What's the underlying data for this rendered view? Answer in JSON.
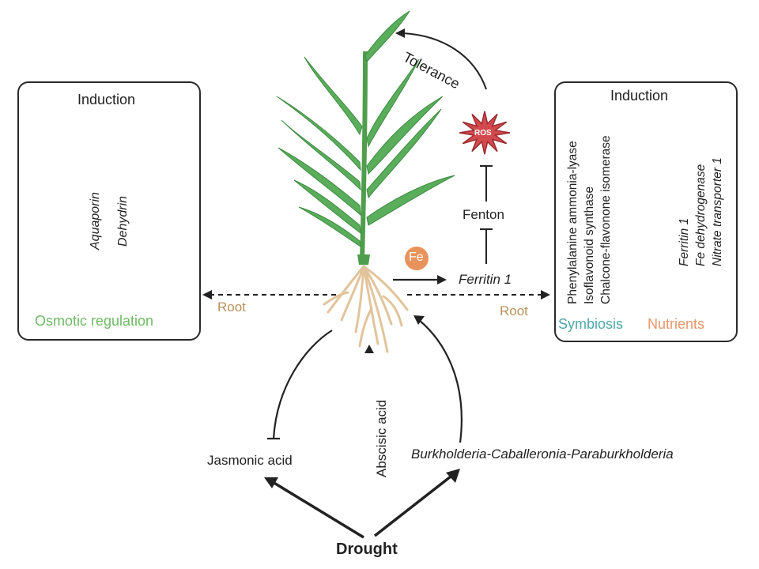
{
  "colors": {
    "osmotic": "#6dbb62",
    "symbiosis": "#4fa8a8",
    "nutrients": "#e8956a",
    "root": "#b8915a",
    "ros_fill": "#d24a4e",
    "ros_stroke": "#9e2a30",
    "fe_fill": "#e8935c",
    "leaf": "#5aad5a",
    "leaf_dark": "#3e8c42",
    "root_fill": "#ecd3b0"
  },
  "left_box": {
    "title": "Induction",
    "genes": [
      "Aquaporin",
      "Dehydrin"
    ],
    "category": "Osmotic regulation"
  },
  "right_box": {
    "title": "Induction",
    "symbiosis_genes": [
      "Phenylalanine ammonia-lyase",
      "Isoflavonoid synthase",
      "Chalcone-flavonone isomerase"
    ],
    "nutrient_genes": [
      "Ferritin 1",
      "Fe dehydrogenase",
      "Nitrate transporter 1"
    ],
    "category_symbiosis": "Symbiosis",
    "category_nutrients": "Nutrients"
  },
  "center": {
    "tolerance": "Tolerance",
    "ros": "ROS",
    "fenton": "Fenton",
    "fe": "Fe",
    "ferritin": "Ferritin 1",
    "root_left": "Root",
    "root_right": "Root"
  },
  "bottom": {
    "jasmonic": "Jasmonic acid",
    "abscisic": "Abscisic acid",
    "bacteria": "Burkholderia-Caballeronia-Paraburkholderia",
    "drought": "Drought"
  }
}
